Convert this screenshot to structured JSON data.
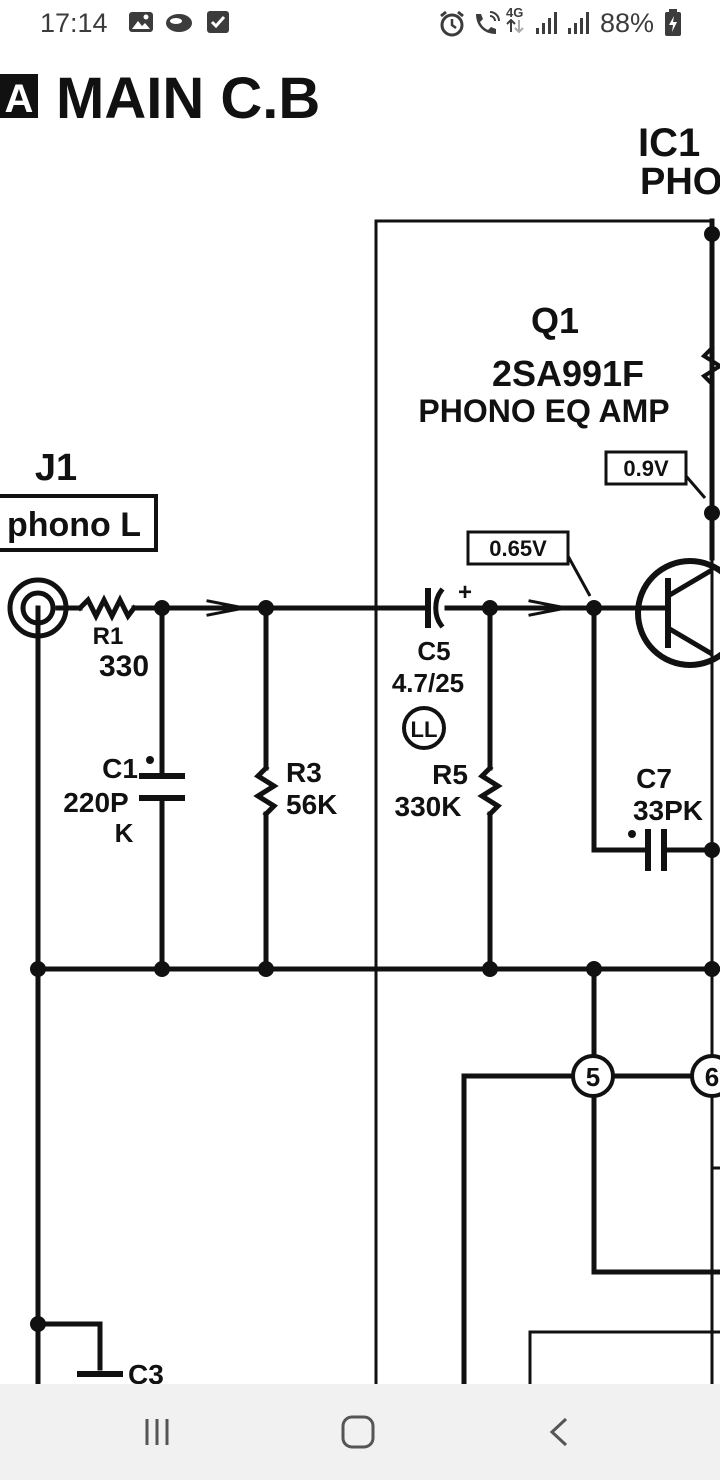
{
  "status_bar": {
    "time": "17:14",
    "network": "4G",
    "battery": "88%",
    "left_icons": [
      "gallery-icon",
      "cloud-icon",
      "checkbox-icon"
    ],
    "right_icons": [
      "alarm-icon",
      "wifi-calling-icon",
      "data-arrows-icon",
      "signal-icon",
      "signal-icon",
      "battery-charging-icon"
    ]
  },
  "schematic": {
    "board_marker": "A",
    "board_title": "MAIN C.B",
    "ic_label": "IC1",
    "ic_sublabel": "PHO",
    "transistor": {
      "ref": "Q1",
      "part": "2SA991F",
      "desc": "PHONO EQ AMP"
    },
    "jack": {
      "ref": "J1",
      "label": "phono L"
    },
    "voltages": [
      "0.9V",
      "0.65V"
    ],
    "r1": {
      "ref": "R1",
      "value": "330"
    },
    "c1": {
      "ref": "C1",
      "value": "220P",
      "tol": "K"
    },
    "r3": {
      "ref": "R3",
      "value": "56K"
    },
    "c5": {
      "ref": "C5",
      "value": "4.7/25",
      "mark": "LL"
    },
    "r5": {
      "ref": "R5",
      "value": "330K"
    },
    "c7": {
      "ref": "C7",
      "value": "33PK"
    },
    "c3": {
      "ref": "C3"
    },
    "nodes": [
      "5",
      "6"
    ]
  },
  "nav_bar": {
    "icons": [
      "recents-icon",
      "home-icon",
      "back-icon"
    ]
  }
}
